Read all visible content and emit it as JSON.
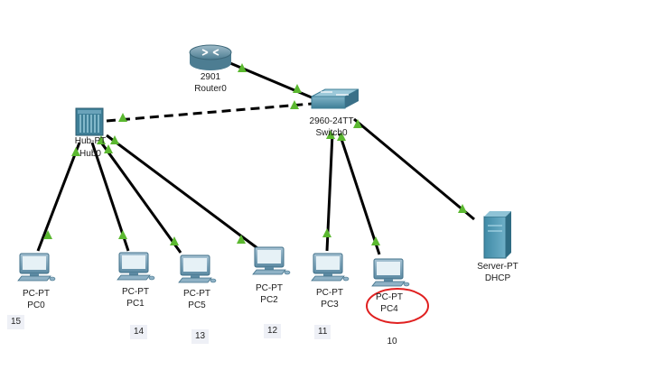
{
  "devices": {
    "router": {
      "model": "2901",
      "name": "Router0"
    },
    "switch": {
      "model": "2960-24TT",
      "name": "Switch0"
    },
    "hub": {
      "model": "Hub-PT",
      "name": "Hub0"
    },
    "server": {
      "model": "Server-PT",
      "name": "DHCP"
    },
    "pc0": {
      "model": "PC-PT",
      "name": "PC0",
      "badge": "15"
    },
    "pc1": {
      "model": "PC-PT",
      "name": "PC1",
      "badge": "14"
    },
    "pc5": {
      "model": "PC-PT",
      "name": "PC5",
      "badge": "13"
    },
    "pc2": {
      "model": "PC-PT",
      "name": "PC2",
      "badge": "12"
    },
    "pc3": {
      "model": "PC-PT",
      "name": "PC3",
      "badge": "11"
    },
    "pc4": {
      "model": "PC-PT",
      "name": "PC4",
      "badge": "10"
    }
  },
  "colors": {
    "link": "#000000",
    "link_up": "#5bb830",
    "device_blue": "#4f8ea8",
    "highlight": "#e02020"
  }
}
